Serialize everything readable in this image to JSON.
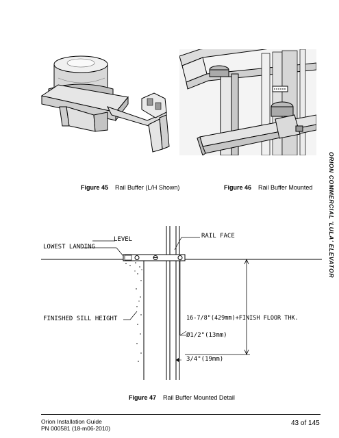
{
  "side_title": "ORION COMMERCIAL 'LULA' ELEVATOR",
  "figures": [
    {
      "number": "Figure 45",
      "caption": "Rail Buffer (L/H Shown)"
    },
    {
      "number": "Figure 46",
      "caption": "Rail Buffer Mounted"
    },
    {
      "number": "Figure 47",
      "caption": "Rail Buffer Mounted Detail"
    }
  ],
  "detail_labels": {
    "rail_face": "RAIL FACE",
    "level": "LEVEL",
    "lowest_landing": "LOWEST LANDING",
    "finished_sill_height": "FINISHED SILL HEIGHT",
    "dim_main": "16-7/8\"(429mm)+FINISH FLOOR THK.",
    "dim_hole": "Ø1/2\"(13mm)",
    "dim_gap": "3/4\"(19mm)"
  },
  "footer": {
    "guide": "Orion Installation Guide",
    "pn": "PN 000581 (18-m06-2010)",
    "page": "43 of 145"
  }
}
